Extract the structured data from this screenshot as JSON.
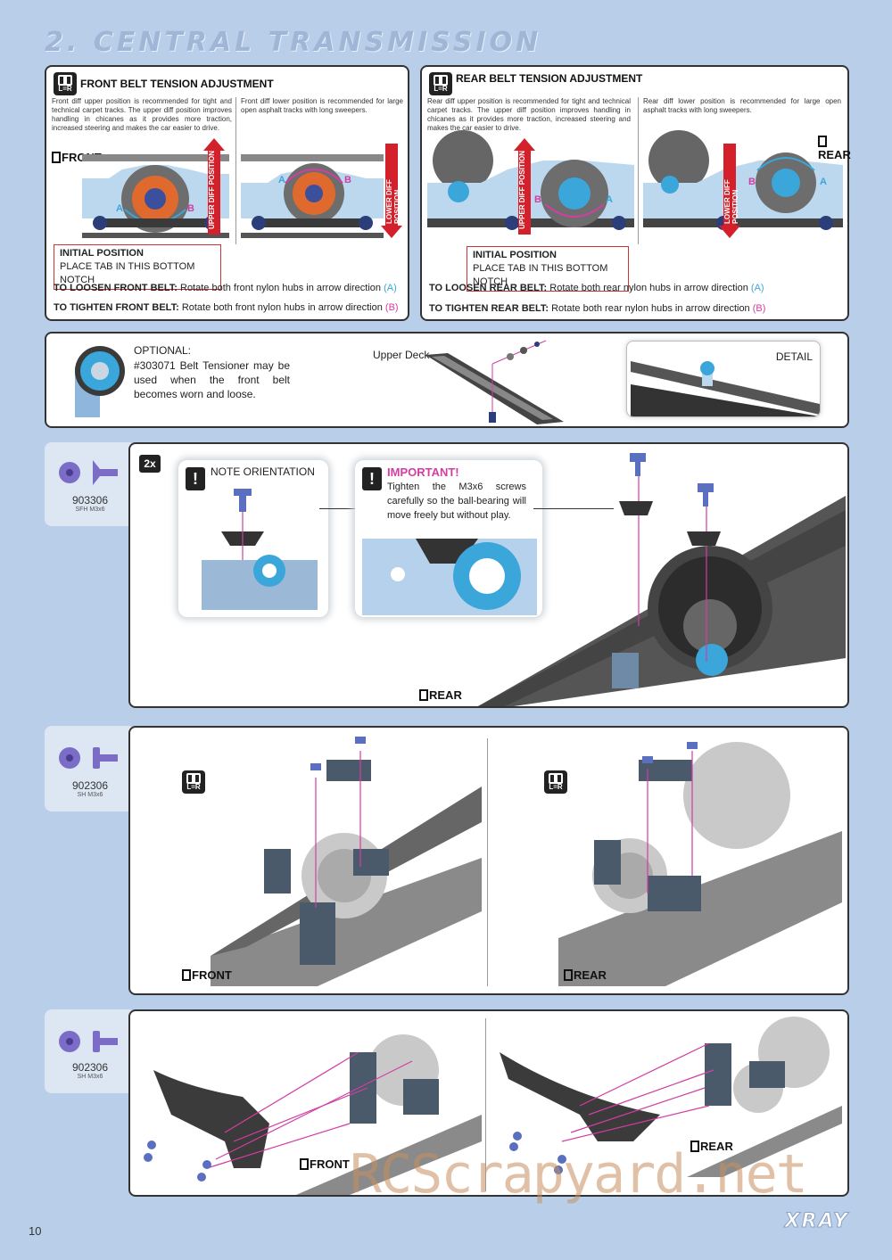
{
  "page_title": "2. CENTRAL TRANSMISSION",
  "front_panel": {
    "heading": "FRONT BELT TENSION ADJUSTMENT",
    "lr_label": "L=R",
    "upper_note": "Front diff upper position is recommended for tight and technical carpet tracks. The upper diff position improves handling in chicanes as it provides more traction, increased steering and makes the car easier to drive.",
    "lower_note": "Front diff lower position is recommended for large open asphalt tracks with long sweepers.",
    "side_tag": "FRONT",
    "arrow_a": "A",
    "arrow_b": "B",
    "upper_label": "UPPER DIFF POSITION",
    "lower_label": "LOWER DIFF POSITION",
    "initial_title": "INITIAL POSITION",
    "initial_text": "PLACE TAB IN THIS BOTTOM NOTCH",
    "loosen_label": "TO LOOSEN FRONT BELT:",
    "loosen_text": "Rotate both front nylon hubs in arrow direction",
    "loosen_dir": "(A)",
    "tighten_label": "TO TIGHTEN FRONT BELT:",
    "tighten_text": "Rotate both front nylon hubs in arrow direction",
    "tighten_dir": "(B)"
  },
  "rear_panel": {
    "heading": "REAR BELT TENSION ADJUSTMENT",
    "lr_label": "L=R",
    "upper_note": "Rear diff upper position is recommended for tight and technical carpet tracks. The upper diff position improves handling in chicanes as it provides more traction, increased steering and makes the car easier to drive.",
    "lower_note": "Rear diff lower position is recommended for large open asphalt tracks with long sweepers.",
    "side_tag": "REAR",
    "arrow_a": "A",
    "arrow_b": "B",
    "upper_label": "UPPER DIFF POSITION",
    "lower_label": "LOWER DIFF POSITION",
    "initial_title": "INITIAL POSITION",
    "initial_text": "PLACE TAB IN THIS BOTTOM NOTCH",
    "loosen_label": "TO LOOSEN REAR BELT:",
    "loosen_text": "Rotate both rear nylon hubs in arrow direction",
    "loosen_dir": "(A)",
    "tighten_label": "TO TIGHTEN REAR BELT:",
    "tighten_text": "Rotate both rear nylon hubs in arrow direction",
    "tighten_dir": "(B)"
  },
  "optional_panel": {
    "heading": "OPTIONAL:",
    "text": "#303071 Belt Tensioner may be used when the front belt becomes worn and loose.",
    "upper_deck": "Upper Deck",
    "detail": "DETAIL"
  },
  "step1": {
    "part_number": "903306",
    "part_desc": "SFH M3x6",
    "qty": "2x",
    "note_title": "NOTE ORIENTATION",
    "important_title": "IMPORTANT!",
    "important_text": "Tighten the M3x6 screws carefully so the ball-bearing will move freely but without play.",
    "side_tag": "REAR"
  },
  "step2": {
    "part_number": "902306",
    "part_desc": "SH M3x6",
    "lr_label": "L=R",
    "front_tag": "FRONT",
    "rear_tag": "REAR"
  },
  "step3": {
    "part_number": "902306",
    "part_desc": "SH M3x6",
    "front_tag": "FRONT",
    "rear_tag": "REAR"
  },
  "watermark": "RCScrapyard.net",
  "page_number": "10",
  "brand": "XRAY",
  "colors": {
    "background": "#b9cfe9",
    "accent_pink": "#d23ea2",
    "accent_blue": "#3aa6d9",
    "arrow_red": "#d4202a"
  }
}
